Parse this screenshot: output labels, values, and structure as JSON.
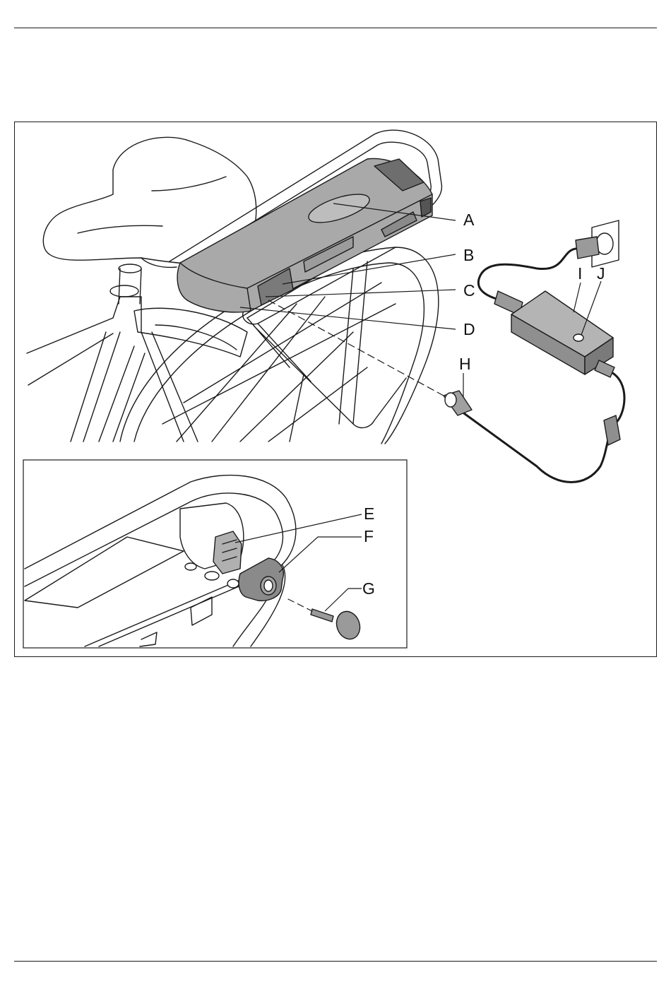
{
  "figure": {
    "callouts": {
      "A": "A",
      "B": "B",
      "C": "C",
      "D": "D",
      "E": "E",
      "F": "F",
      "G": "G",
      "H": "H",
      "I": "I",
      "J": "J"
    }
  },
  "colors": {
    "line": "#1a1a1a",
    "battery_fill": "#a9a9a9",
    "battery_dark": "#6e6e6e",
    "charger_fill": "#9a9a9a",
    "lock_fill": "#8a8a8a",
    "background": "#ffffff"
  }
}
